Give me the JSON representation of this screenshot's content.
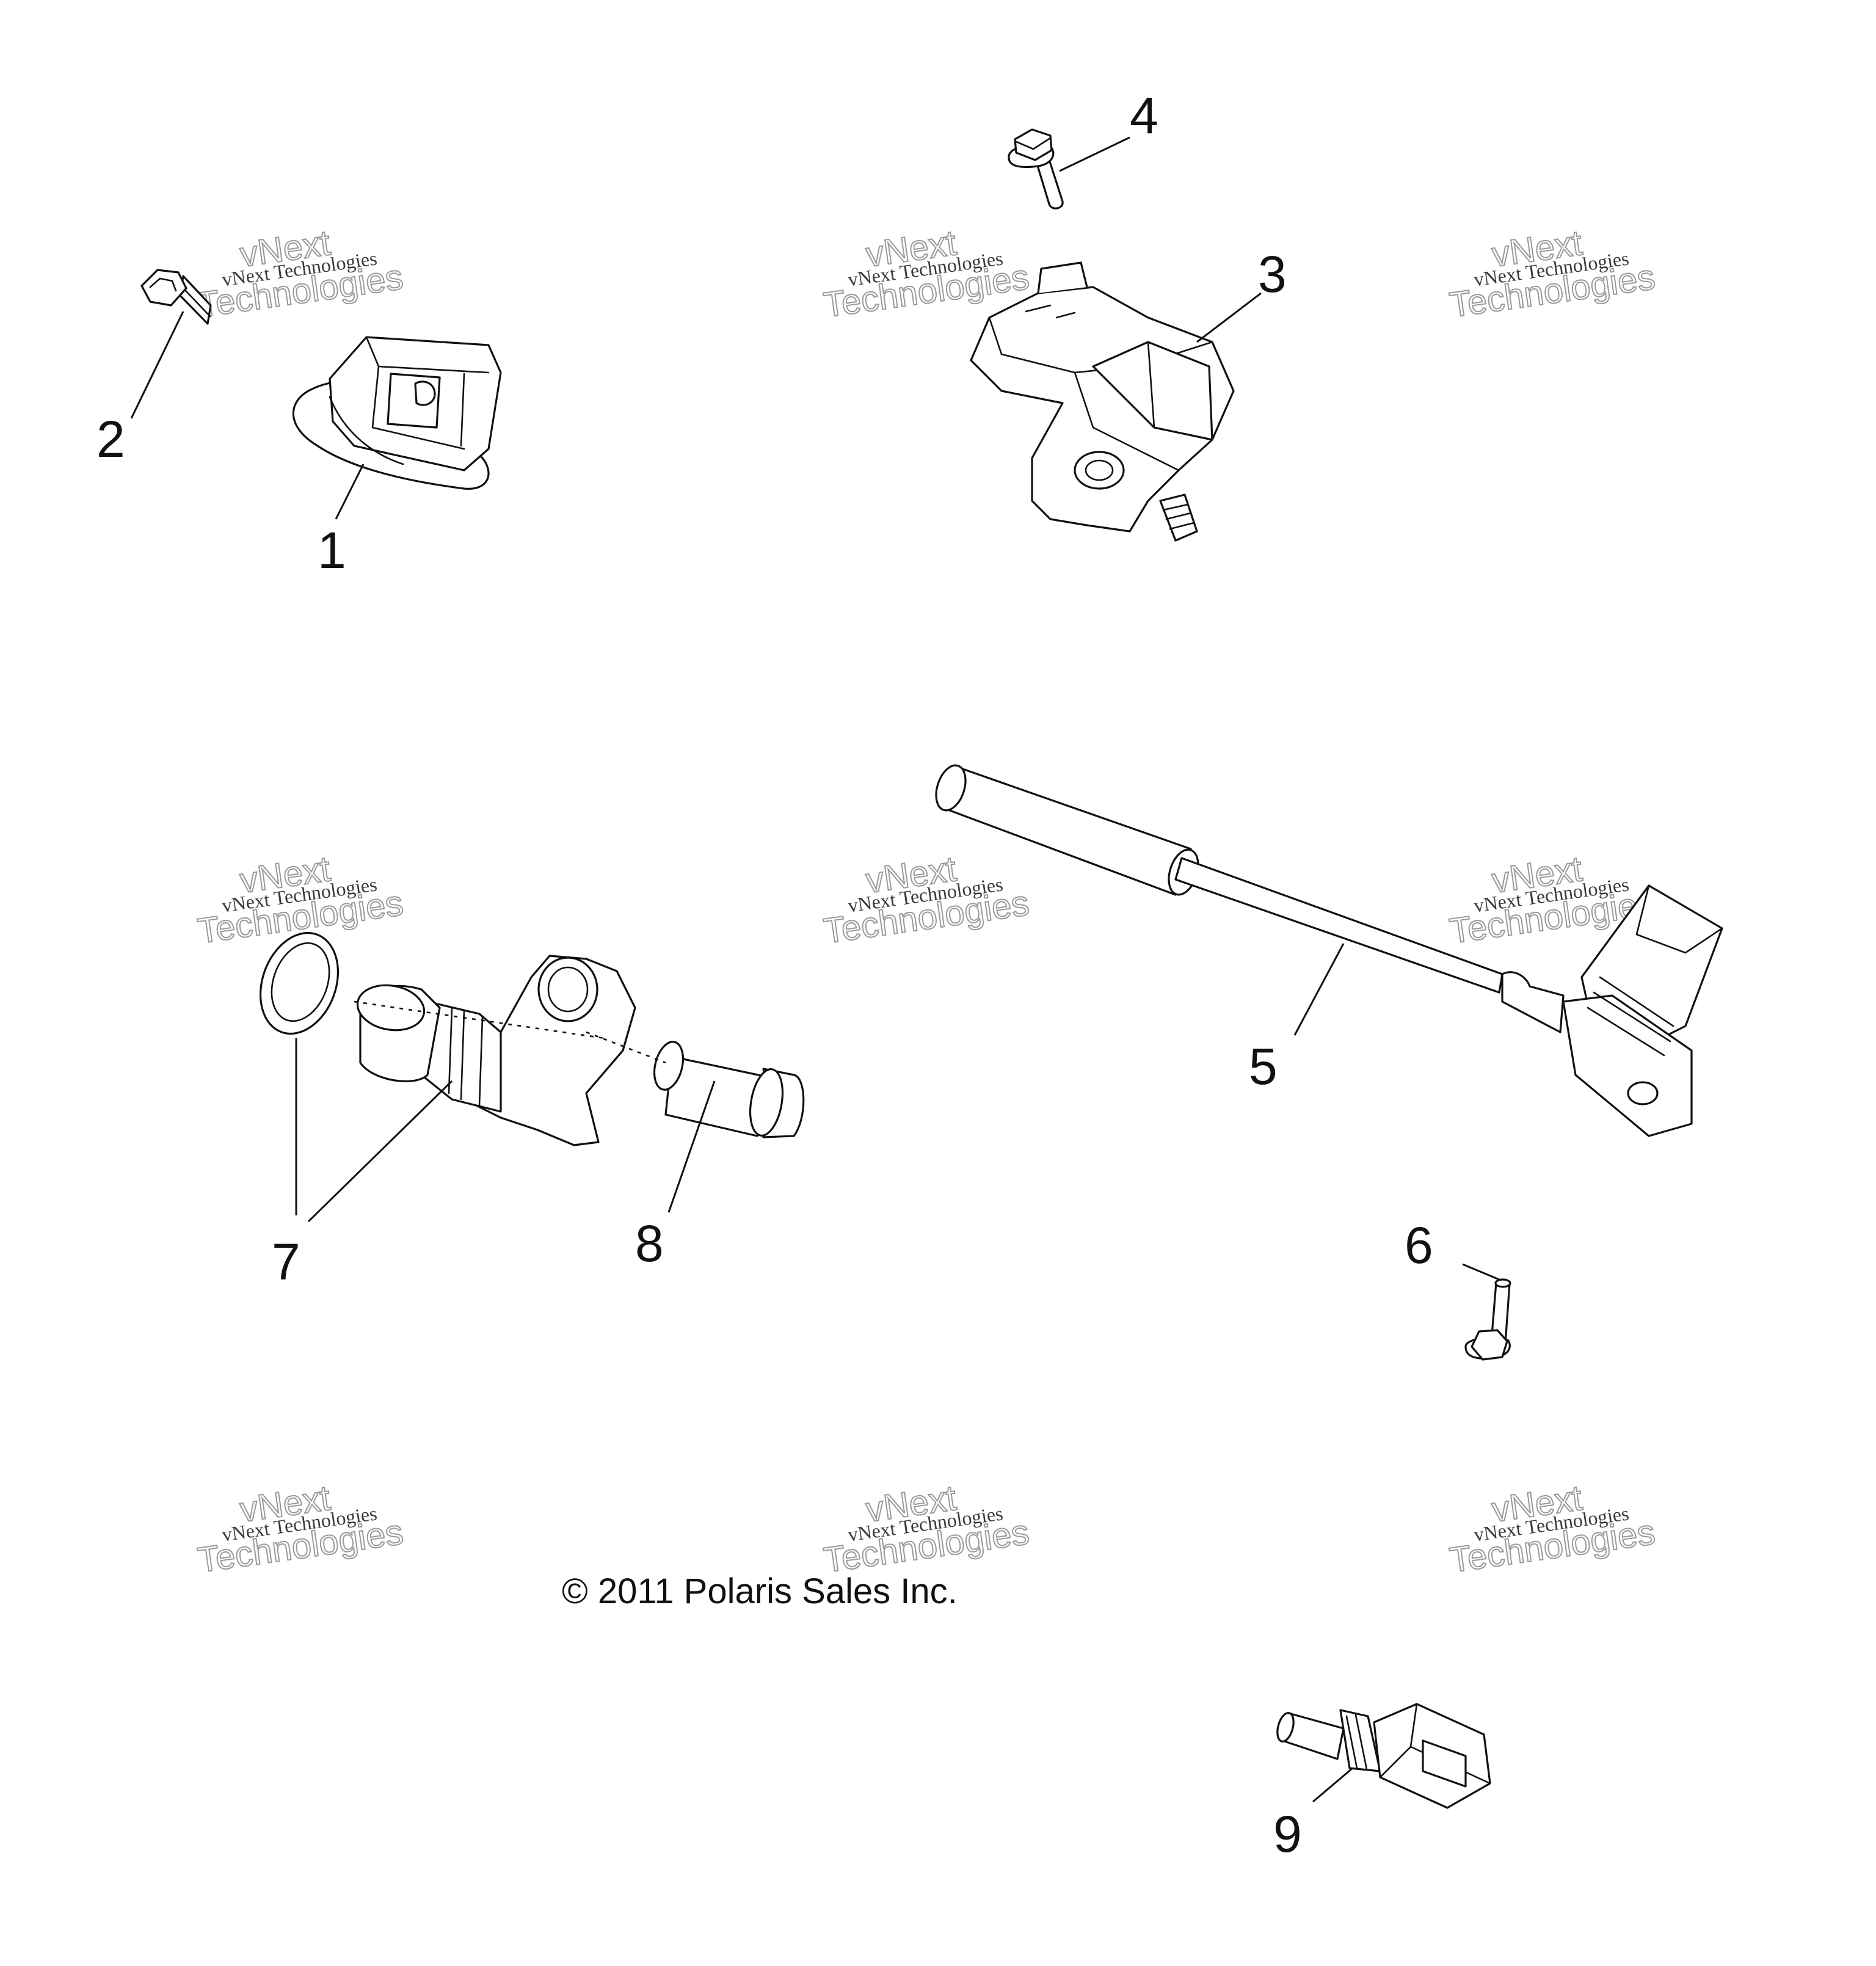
{
  "diagram": {
    "callouts": [
      "1",
      "2",
      "3",
      "4",
      "5",
      "6",
      "7",
      "8",
      "9"
    ],
    "copyright": "© 2011 Polaris Sales Inc.",
    "watermark": {
      "line1": "vNext Technologies",
      "line2": "vNext",
      "line3": "Technologies"
    },
    "colors": {
      "line": "#111111",
      "background": "#ffffff",
      "watermark": "#9a9a9a"
    }
  }
}
